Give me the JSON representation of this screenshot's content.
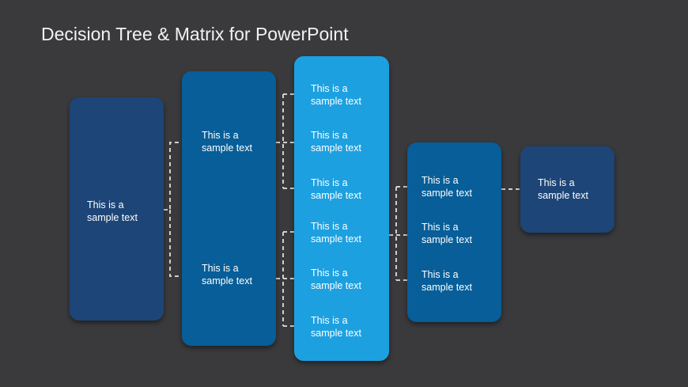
{
  "slide": {
    "title": "Decision Tree & Matrix for PowerPoint"
  },
  "colors": {
    "background": "#3a3a3c",
    "level1": "#1d4577",
    "level2": "#075e98",
    "level3": "#1da0e0",
    "level4": "#075e98",
    "level5": "#1d4577",
    "connector": "#cfcfcf"
  },
  "tree": {
    "level1": {
      "lines": [
        "This is a",
        "sample text"
      ]
    },
    "level2": [
      {
        "lines": [
          "This is a",
          "sample text"
        ]
      },
      {
        "lines": [
          "This is a",
          "sample text"
        ]
      }
    ],
    "level3": [
      {
        "lines": [
          "This is a",
          "sample text"
        ]
      },
      {
        "lines": [
          "This is a",
          "sample text"
        ]
      },
      {
        "lines": [
          "This is a",
          "sample text"
        ]
      },
      {
        "lines": [
          "This is a",
          "sample text"
        ]
      },
      {
        "lines": [
          "This is a",
          "sample text"
        ]
      },
      {
        "lines": [
          "This is a",
          "sample text"
        ]
      }
    ],
    "level4": [
      {
        "lines": [
          "This is a",
          "sample text"
        ]
      },
      {
        "lines": [
          "This is a",
          "sample text"
        ]
      },
      {
        "lines": [
          "This is a",
          "sample text"
        ]
      }
    ],
    "level5": {
      "lines": [
        "This is a",
        "sample text"
      ]
    }
  }
}
